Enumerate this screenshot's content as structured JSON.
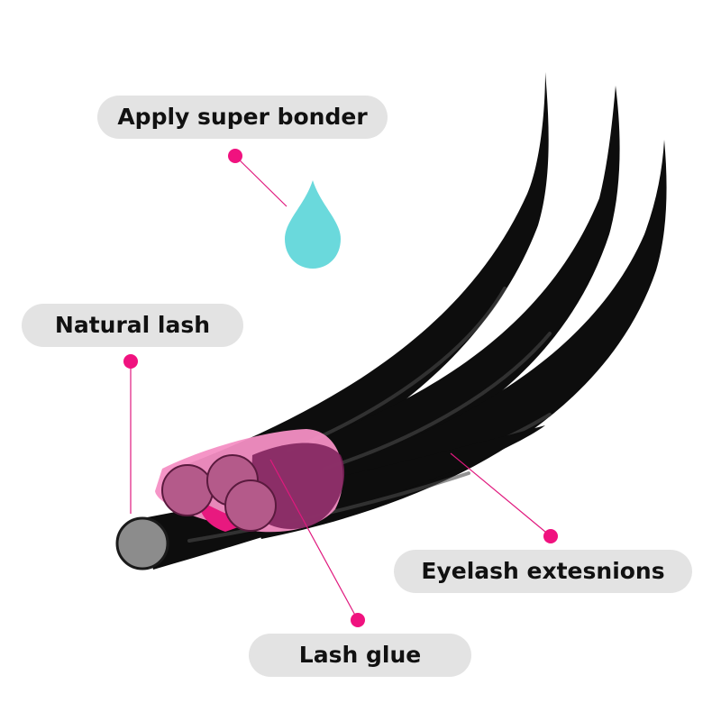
{
  "labels": {
    "apply_super_bonder": "Apply super bonder",
    "natural_lash": "Natural lash",
    "eyelash_extensions": "Eyelash extesnions",
    "lash_glue": "Lash glue"
  },
  "colors": {
    "label_background": "#e3e3e3",
    "label_text": "#111111",
    "leader_line": "#e0197e",
    "leader_dot": "#f0127f",
    "droplet": "#6ad9dc",
    "lash": "#0d0d0d",
    "natural_lash_end": "#8c8c8c",
    "extension_ends": "#b45a8a",
    "glue_outer": "#f48fc4",
    "glue_inner": "#7a1f58"
  },
  "icons": {
    "droplet": "water-drop-icon"
  }
}
